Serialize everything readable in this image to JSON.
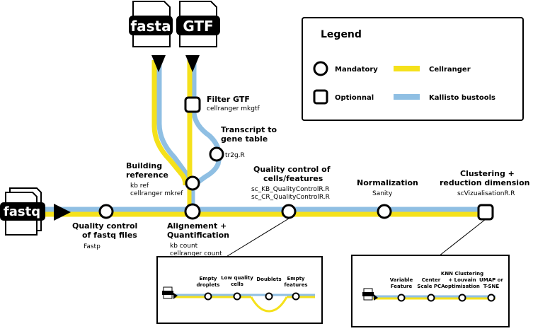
{
  "colors": {
    "cellranger": "#f5e11b",
    "kallisto": "#8fbfe3",
    "stroke": "#000000",
    "background": "#ffffff"
  },
  "inputs": {
    "fasta": "fasta",
    "gtf": "GTF",
    "fastq": "fastq"
  },
  "legend": {
    "title": "Legend",
    "mandatory": "Mandatory",
    "optional": "Optionnal",
    "cellranger": "Cellranger",
    "kallisto": "Kallisto bustools"
  },
  "steps": {
    "filter_gtf": {
      "title": "Filter GTF",
      "tool": "cellranger mkgtf"
    },
    "transcript_gene": {
      "title_line1": "Transcript to",
      "title_line2": "gene table",
      "tool": "tr2g.R"
    },
    "building_ref": {
      "title_line1": "Building",
      "title_line2": "reference",
      "tool_line1": "kb ref",
      "tool_line2": "cellranger mkref"
    },
    "qc_fastq": {
      "title_line1": "Quality control",
      "title_line2": "of fastq files",
      "tool": "Fastp"
    },
    "alignment": {
      "title_line1": "Alignement +",
      "title_line2": "Quantification",
      "tool_line1": "kb count",
      "tool_line2": "cellranger count"
    },
    "qc_cells": {
      "title_line1": "Quality control of",
      "title_line2": "cells/features",
      "tool_line1": "sc_KB_QualityControlR.R",
      "tool_line2": "sc_CR_QualityControlR.R"
    },
    "normalization": {
      "title": "Normalization",
      "tool": "Sanity"
    },
    "clustering": {
      "title_line1": "Clustering +",
      "title_line2": "reduction dimension",
      "tool": "scVizualisationR.R"
    }
  },
  "detail_qc": {
    "empty_droplets_1": "Empty",
    "empty_droplets_2": "droplets",
    "low_quality_1": "Low quality",
    "low_quality_2": "cells",
    "doublets": "Doublets",
    "empty_features_1": "Empty",
    "empty_features_2": "features"
  },
  "detail_clustering": {
    "variable_feature_1": "Variable",
    "variable_feature_2": "Feature",
    "center_scale_1": "Center",
    "center_scale_2": "Scale PCA",
    "knn_1": "KNN Clustering",
    "knn_2": "+ Louvain",
    "knn_3": "optimisation",
    "umap_1": "UMAP or",
    "umap_2": "T-SNE"
  }
}
